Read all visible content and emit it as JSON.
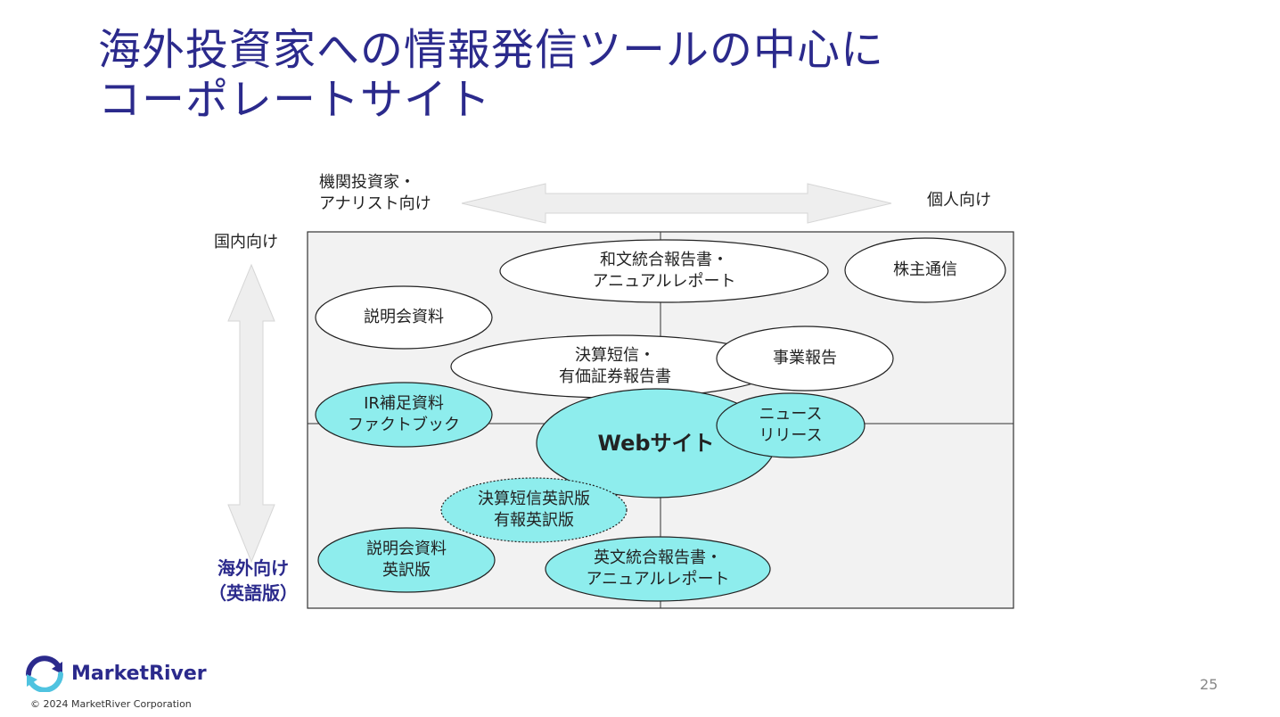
{
  "title": {
    "line1": "海外投資家への情報発信ツールの中心に",
    "line2": "コーポレートサイト"
  },
  "axes": {
    "top_left_line1": "機関投資家・",
    "top_left_line2": "アナリスト向け",
    "top_right": "個人向け",
    "left_top": "国内向け",
    "left_bottom_line1": "海外向け",
    "left_bottom_line2": "（英語版）"
  },
  "bubbles": {
    "wabun": {
      "line1": "和文統合報告書・",
      "line2": "アニュアルレポート"
    },
    "kabunushi": {
      "line1": "株主通信"
    },
    "setsumeikai": {
      "line1": "説明会資料"
    },
    "kessan": {
      "line1": "決算短信・",
      "line2": "有価証券報告書"
    },
    "jigyo": {
      "line1": "事業報告"
    },
    "ir": {
      "line1": "IR補足資料",
      "line2": "ファクトブック"
    },
    "web": {
      "line1": "Webサイト"
    },
    "news": {
      "line1": "ニュース",
      "line2": "リリース"
    },
    "kessan_en": {
      "line1": "決算短信英訳版",
      "line2": "有報英訳版"
    },
    "setsumeikai_en": {
      "line1": "説明会資料",
      "line2": "英訳版"
    },
    "eibun": {
      "line1": "英文統合報告書・",
      "line2": "アニュアルレポート"
    }
  },
  "colors": {
    "title": "#2b2a8c",
    "english_bubble": "#8eeded",
    "panel": "#f2f2f2",
    "arrow": "#eeeeee"
  },
  "footer": {
    "logo_name": "MarketRiver",
    "copyright": "© 2024 MarketRiver Corporation",
    "page_number": "25"
  }
}
